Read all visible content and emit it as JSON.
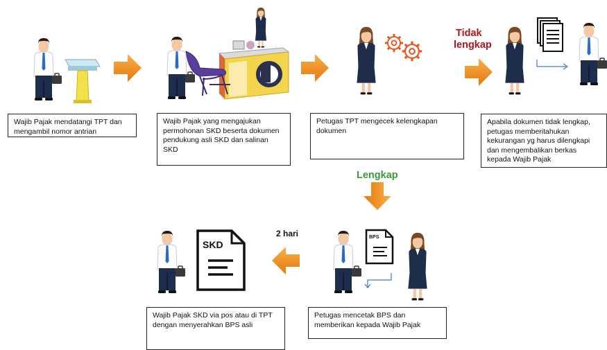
{
  "steps": {
    "s1": "Wajib Pajak mendatangi TPT dan mengambil nomor antrian",
    "s2": "Wajib Pajak yang mengajukan permohonan SKD beserta dokumen pendukung asli SKD dan salinan SKD",
    "s3": "Petugas TPT  mengecek kelengkapan dokumen",
    "s4": "Apabila dokumen tidak lengkap, petugas memberitahukan kekurangan yg harus dilengkapi dan mengembalikan  berkas kepada Wajib Pajak",
    "s5": "Petugas mencetak BPS dan memberikan  kepada Wajib Pajak",
    "s6": "Wajib Pajak SKD via pos atau di TPT dengan menyerahkan BPS  asli"
  },
  "labels": {
    "tidak": "Tidak",
    "lengkap_incomplete": "lengkap",
    "lengkap": "Lengkap",
    "dua_hari": "2 hari",
    "bps_doc": "BPS",
    "skd_doc": "SKD"
  },
  "colors": {
    "arrow": "#f0901e",
    "tidak_lengkap": "#b0141c",
    "lengkap": "#3a9a3a",
    "suit": "#1f2d4d",
    "tie": "#2a6ad1"
  },
  "icons": [
    "man-icon",
    "woman-icon",
    "kiosk-icon",
    "chair-icon",
    "desk-icon",
    "gears-icon",
    "documents-icon",
    "bps-document-icon",
    "skd-document-icon",
    "return-arrow-icon"
  ]
}
